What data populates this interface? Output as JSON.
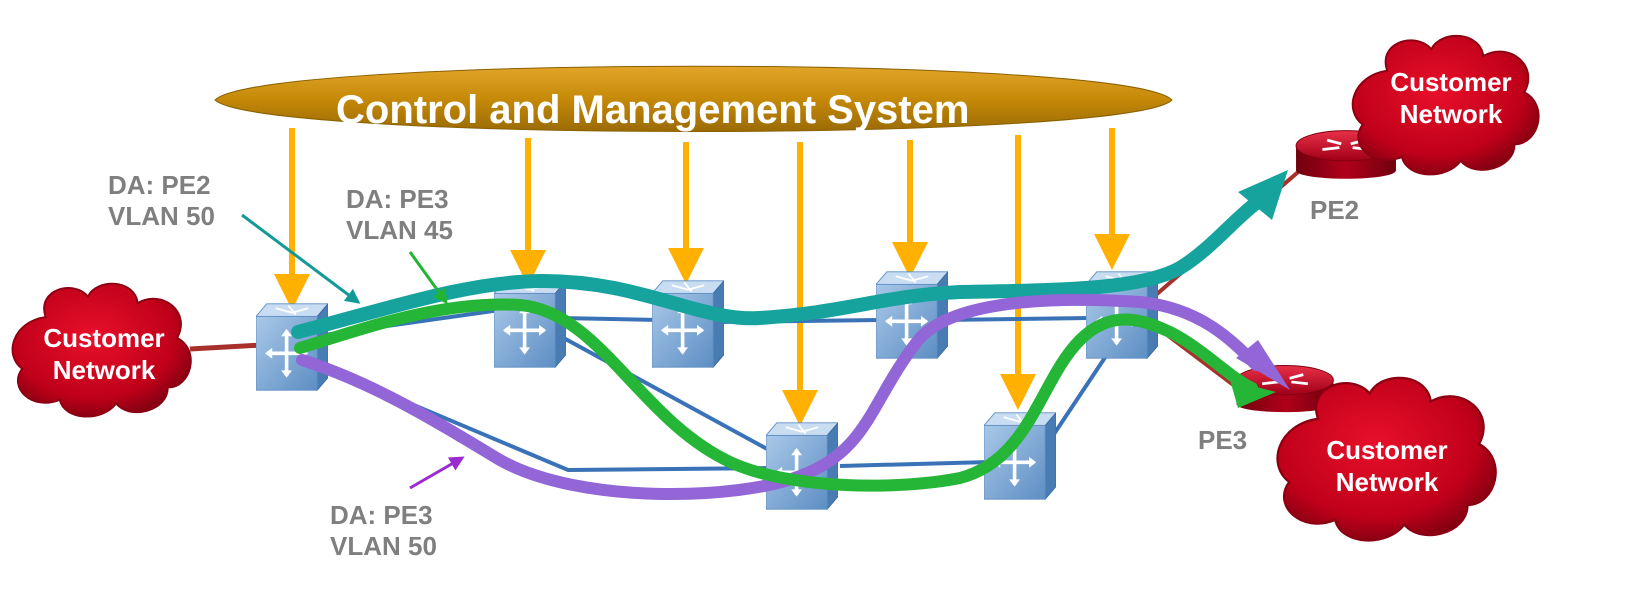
{
  "banner": {
    "title": "Control and Management System"
  },
  "clouds": [
    {
      "id": "left",
      "text": "Customer\nNetwork"
    },
    {
      "id": "top-right",
      "text": "Customer\nNetwork"
    },
    {
      "id": "bottom-right",
      "text": "Customer\nNetwork"
    }
  ],
  "routers": [
    {
      "id": "pe2",
      "label": "PE2"
    },
    {
      "id": "pe3",
      "label": "PE3"
    }
  ],
  "path_labels": [
    {
      "id": "pe2-vlan50",
      "line1": "DA: PE2",
      "line2": "VLAN 50",
      "color": "#119a96"
    },
    {
      "id": "pe3-vlan45",
      "line1": "DA: PE3",
      "line2": "VLAN 45",
      "color": "#22b534"
    },
    {
      "id": "pe3-vlan50",
      "line1": "DA: PE3",
      "line2": "VLAN 50",
      "color": "#9b2bd1"
    }
  ],
  "colors": {
    "banner": "#d4960a",
    "management_arrow": "#ffb000",
    "link": "#3a72b8",
    "access_link": "#a8302a",
    "teal_path": "#16a39d",
    "green_path": "#25b637",
    "purple_path": "#9266d6",
    "cloud": "#c0001a",
    "switch": "#6b9fd0",
    "router": "#b0001a",
    "label_grey": "#7f7f7f"
  },
  "icons": [
    "cloud-icon",
    "router-icon",
    "switch-icon"
  ]
}
